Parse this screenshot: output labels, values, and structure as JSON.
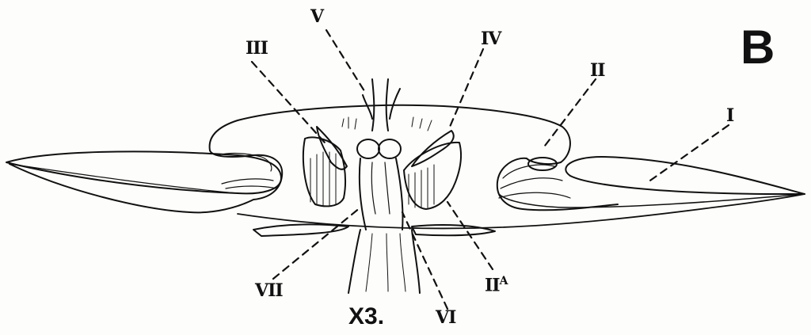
{
  "figure": {
    "letter": "B",
    "scale": "X3.",
    "labels": {
      "I": "I",
      "II": "II",
      "IIA": "II",
      "IIA_sup": "A",
      "III": "III",
      "IV": "IV",
      "V": "V",
      "VI": "VI",
      "VII": "VII"
    }
  }
}
